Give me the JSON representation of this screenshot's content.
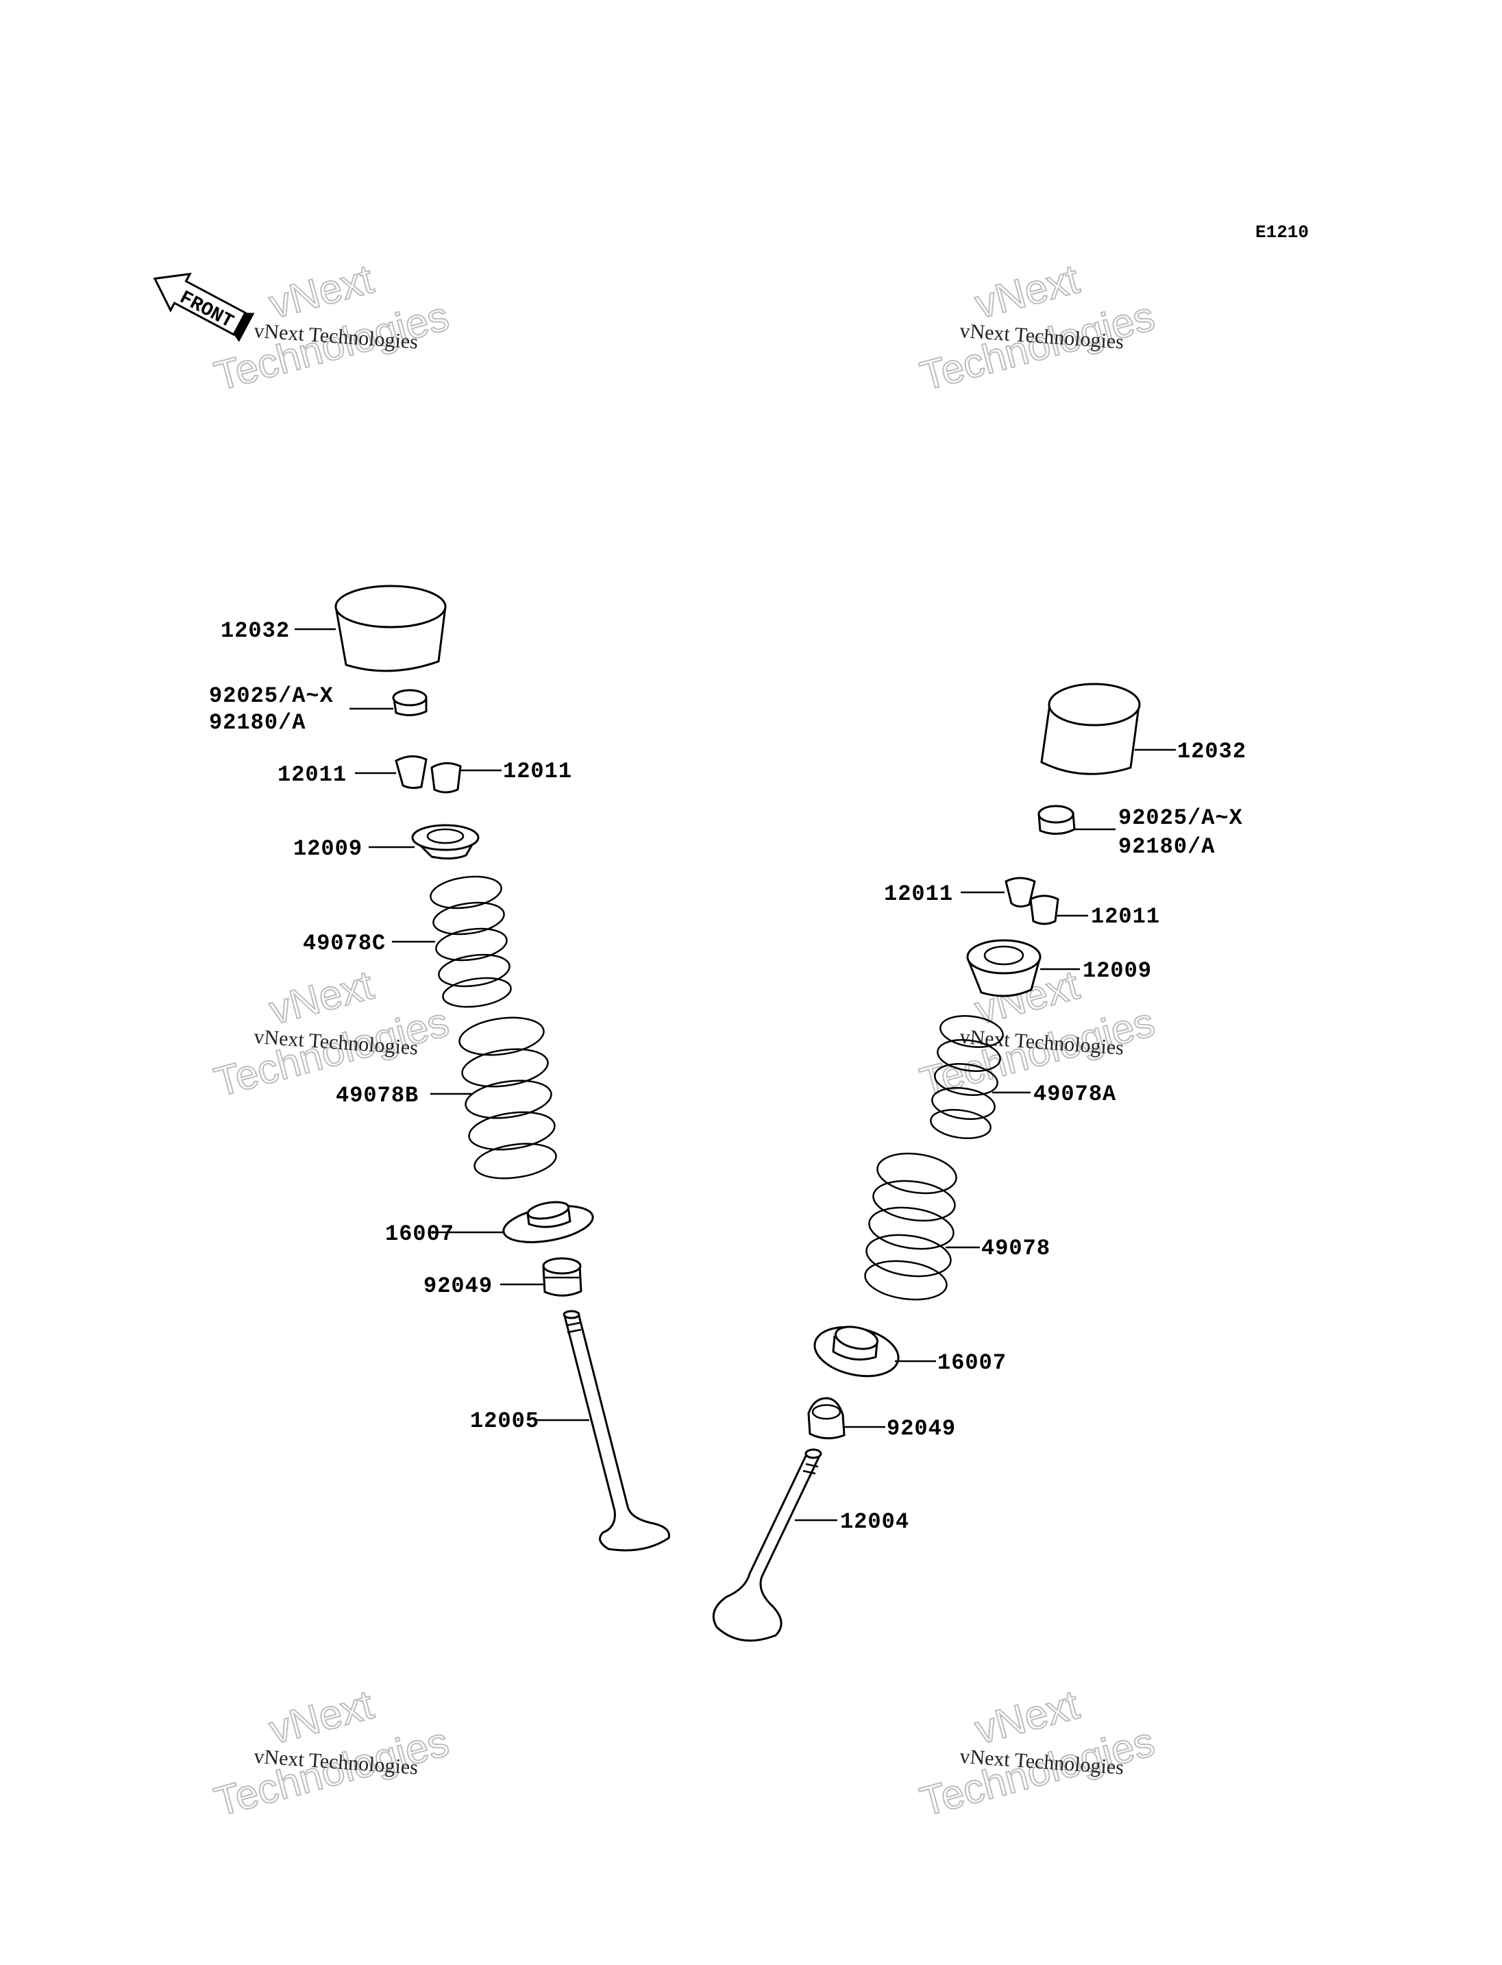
{
  "diagram_code": "E1210",
  "front_label": "FRONT",
  "watermark": {
    "line1": "vNext Technologies",
    "line2": "vNext",
    "line3": "Technologies"
  },
  "callouts": {
    "tappet_left": "12032",
    "shim_left_a": "92025/A~X",
    "shim_left_b": "92180/A",
    "keeper_left_a": "12011",
    "keeper_left_b": "12011",
    "retainer_left": "12009",
    "spring_inner_left": "49078C",
    "spring_outer_left": "49078B",
    "seat_left": "16007",
    "seal_left": "92049",
    "valve_left": "12005",
    "tappet_right": "12032",
    "shim_right_a": "92025/A~X",
    "shim_right_b": "92180/A",
    "keeper_right_a": "12011",
    "keeper_right_b": "12011",
    "retainer_right": "12009",
    "spring_inner_right": "49078A",
    "spring_outer_right": "49078",
    "seat_right": "16007",
    "seal_right": "92049",
    "valve_right": "12004"
  }
}
